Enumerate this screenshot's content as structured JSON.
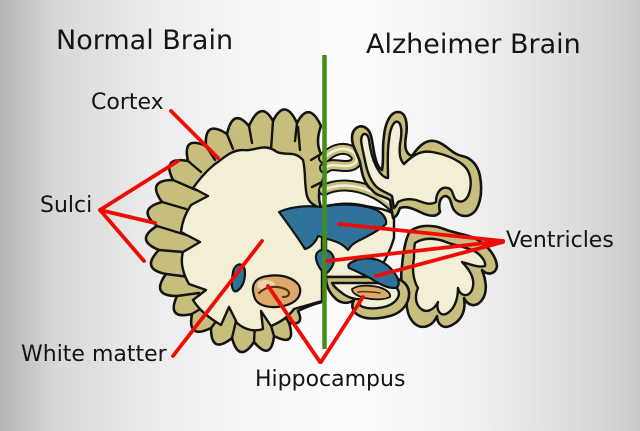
{
  "diagram": {
    "left_title": "Normal Brain",
    "right_title": "Alzheimer Brain",
    "labels": {
      "cortex": "Cortex",
      "sulci": "Sulci",
      "white_matter": "White matter",
      "hippocampus": "Hippocampus",
      "ventricles": "Ventricles"
    },
    "colors": {
      "cortex": "#c7be7d",
      "white_matter": "#f2efd6",
      "ventricle": "#30739a",
      "hippocampus": "#dcaa6a",
      "hippocampus_light": "#eed4ab",
      "outline": "#131313",
      "midline": "#448d1a",
      "annotation": "#ee0d06",
      "text": "#141414"
    }
  }
}
